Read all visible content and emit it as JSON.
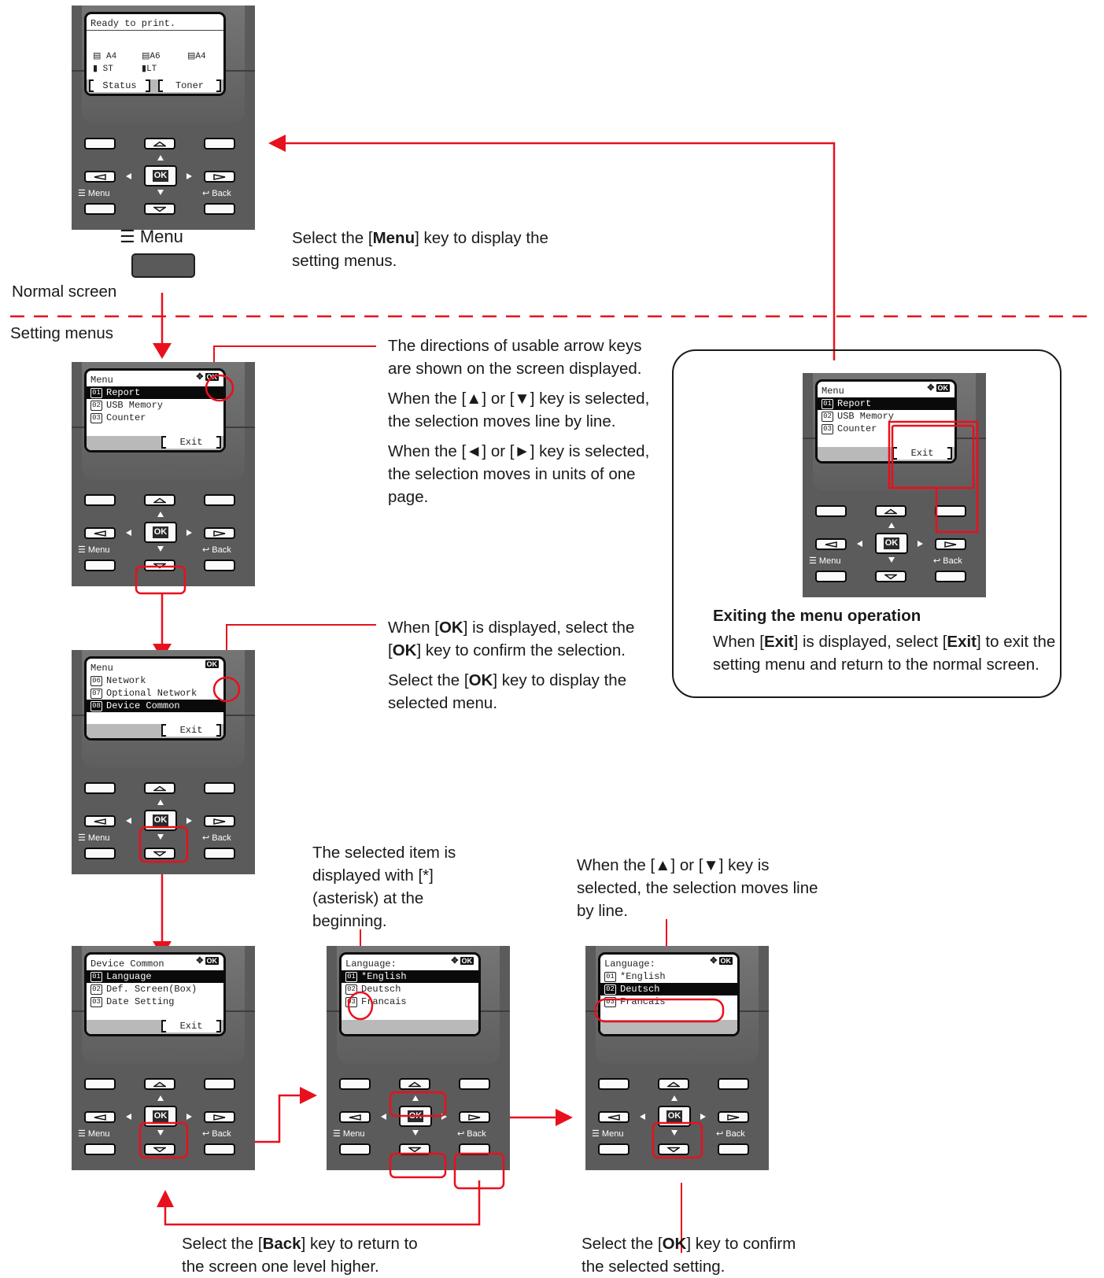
{
  "top": {
    "menu_key_label": "Menu",
    "normal_screen_label": "Normal screen",
    "setting_menus_label": "Setting menus",
    "menu_key_note": [
      "Select the [",
      "Menu",
      "] key to display the",
      "setting menus."
    ]
  },
  "screens": {
    "ready": {
      "title": "Ready to print.",
      "paper_a4": "A4",
      "paper_a6": "A6",
      "paper_a4b": "A4",
      "paper_st": "ST",
      "paper_lt": "LT",
      "soft_left": "Status",
      "soft_right": "Toner"
    },
    "menu1": {
      "title": "Menu",
      "nav": "OK",
      "items": [
        {
          "num": "01",
          "label": "Report"
        },
        {
          "num": "02",
          "label": "USB Memory"
        },
        {
          "num": "03",
          "label": "Counter"
        }
      ],
      "soft": "Exit"
    },
    "menu2": {
      "title": "Menu",
      "nav": "OK",
      "items": [
        {
          "num": "06",
          "label": "Network"
        },
        {
          "num": "07",
          "label": "Optional Network"
        },
        {
          "num": "08",
          "label": "Device Common"
        }
      ],
      "soft": "Exit"
    },
    "device": {
      "title": "Device Common",
      "nav": "OK",
      "items": [
        {
          "num": "01",
          "label": "Language"
        },
        {
          "num": "02",
          "label": "Def. Screen(Box)"
        },
        {
          "num": "03",
          "label": "Date Setting"
        }
      ],
      "soft": "Exit"
    },
    "lang1": {
      "title": "Language:",
      "nav": "OK",
      "items": [
        {
          "num": "01",
          "label": "*English"
        },
        {
          "num": "02",
          "label": "Deutsch"
        },
        {
          "num": "03",
          "label": "Francais"
        }
      ]
    },
    "lang2": {
      "title": "Language:",
      "nav": "OK",
      "items": [
        {
          "num": "01",
          "label": "*English"
        },
        {
          "num": "02",
          "label": "Deutsch"
        },
        {
          "num": "03",
          "label": "Francais"
        }
      ]
    },
    "exit": {
      "title": "Menu",
      "nav": "OK",
      "items": [
        {
          "num": "01",
          "label": "Report"
        },
        {
          "num": "02",
          "label": "USB Memory"
        },
        {
          "num": "03",
          "label": "Counter"
        }
      ],
      "soft": "Exit"
    }
  },
  "keys": {
    "ok": "OK",
    "menu": "Menu",
    "back": "Back"
  },
  "notes": {
    "arrows_1": "The directions of usable arrow keys are shown on the screen displayed.",
    "arrows_2": "When the [▲] or [▼] key is selected, the selection moves line by line.",
    "arrows_3": "When the [◄] or [►] key is selected, the selection moves in units of one page.",
    "ok_1_a": "When [",
    "ok_1_b": "OK",
    "ok_1_c": "] is displayed, select the [",
    "ok_1_d": "OK",
    "ok_1_e": "] key to confirm the selection.",
    "ok_2_a": "Select the [",
    "ok_2_b": "OK",
    "ok_2_c": "] key to display the selected menu.",
    "asterisk": "The selected item is displayed with [*] (asterisk) at the beginning.",
    "updown": "When the [▲] or [▼] key is selected, the selection moves line by line.",
    "back_a": "Select the [",
    "back_b": "Back",
    "back_c": "] key to return to",
    "back_d": "the screen one level higher.",
    "confirm_a": "Select the [",
    "confirm_b": "OK",
    "confirm_c": "] key to confirm",
    "confirm_d": "the selected setting.",
    "exit_title": "Exiting the menu operation",
    "exit_a": "When [",
    "exit_b": "Exit",
    "exit_c": "] is displayed, select [",
    "exit_d": "Exit",
    "exit_e": "] to exit the setting menu and return to the normal screen."
  },
  "colors": {
    "accent": "#e8101c",
    "panel": "#5b5b5b",
    "lcd_sel": "#0a0a0a"
  }
}
